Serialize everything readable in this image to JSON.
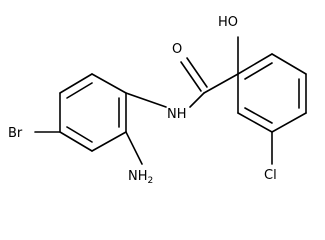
{
  "molecule": {
    "atoms": {
      "hydroxyl": "HO",
      "carbonyl_oxygen": "O",
      "amide_nitrogen": "NH",
      "amine": {
        "element": "NH",
        "subscript": "2"
      },
      "bromine": "Br",
      "chlorine": "Cl"
    }
  }
}
